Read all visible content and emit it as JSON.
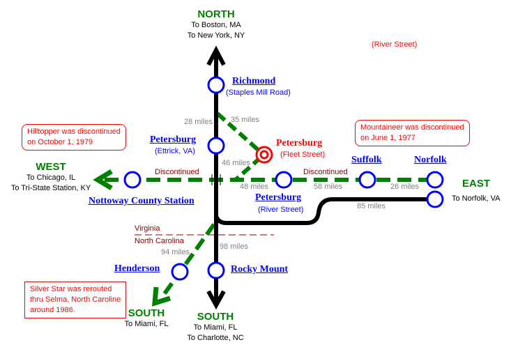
{
  "directions": {
    "north": {
      "label": "NORTH",
      "lines": [
        "To Boston, MA",
        "To New York, NY"
      ]
    },
    "west": {
      "label": "WEST",
      "lines": [
        "To Chicago, IL",
        "To Tri-State Station, KY"
      ]
    },
    "east": {
      "label": "EAST",
      "lines": [
        "To Norfolk, VA"
      ]
    },
    "south_green": {
      "label": "SOUTH",
      "lines": [
        "To Miami, FL"
      ]
    },
    "south_black": {
      "label": "SOUTH",
      "lines": [
        "To Miami, FL",
        "To Charlotte, NC"
      ]
    }
  },
  "stations": {
    "richmond": {
      "name": "Richmond",
      "sub": "(Staples Mill Road)"
    },
    "petersburg_ettrick": {
      "name": "Petersburg",
      "sub": "(Ettrick, VA)"
    },
    "petersburg_fleet": {
      "name": "Petersburg",
      "sub": "(Fleet Street)"
    },
    "petersburg_river": {
      "name": "Petersburg",
      "sub": "(River Street)"
    },
    "nottoway": {
      "name": "Nottoway County Station"
    },
    "suffolk": {
      "name": "Suffolk"
    },
    "norfolk": {
      "name": "Norfolk"
    },
    "henderson": {
      "name": "Henderson"
    },
    "rocky_mount": {
      "name": "Rocky Mount"
    }
  },
  "distances": {
    "richmond_ettrick": "28 miles",
    "richmond_fleet": "35 miles",
    "fleet_junction": "46 miles",
    "junction_river": "48 miles",
    "river_suffolk": "58 miles",
    "suffolk_norfolk": "26 miles",
    "petersburg_norfolk_black": "85 miles",
    "petersburg_henderson": "94 miles",
    "petersburg_rocky_mount": "98 miles"
  },
  "discontinued": {
    "west": "Discontinued",
    "east": "Discontinued"
  },
  "states": {
    "north": "Virginia",
    "south": "North Carolina"
  },
  "floating_label": "(River Street)",
  "notes": {
    "hilltopper": [
      "Hilltopper was discontinued",
      "on October 1, 1979"
    ],
    "mountaineer": [
      "Mountaineer was discontinued",
      "on June 1, 1977"
    ],
    "silver_star": [
      "Silver Star was rerouted",
      "thru Selma, North Caroline",
      "around 1986."
    ]
  },
  "colors": {
    "active": "#000000",
    "discontinued": "#008000",
    "station": "#0000ff",
    "highlight": "#ff0000",
    "state_line": "#800000"
  }
}
